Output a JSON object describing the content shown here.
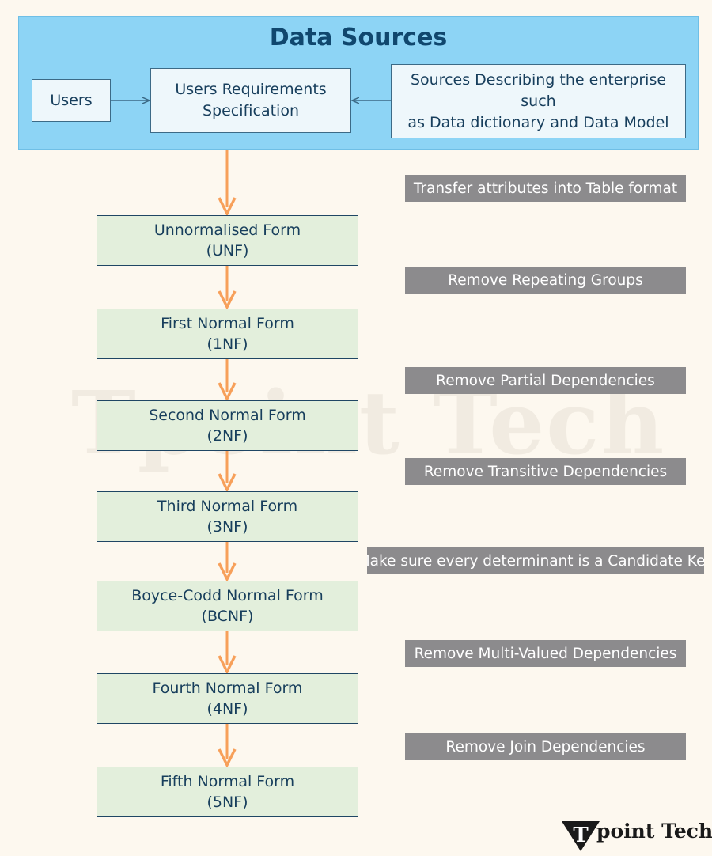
{
  "header": {
    "title": "Data Sources",
    "users": "Users",
    "requirements": [
      "Users Requirements",
      "Specification"
    ],
    "sources": [
      "Sources Describing the enterprise such",
      "as Data dictionary and Data Model"
    ]
  },
  "forms": [
    {
      "name": "Unnormalised Form",
      "abbr": "(UNF)"
    },
    {
      "name": "First Normal Form",
      "abbr": "(1NF)"
    },
    {
      "name": "Second Normal Form",
      "abbr": "(2NF)"
    },
    {
      "name": "Third Normal Form",
      "abbr": "(3NF)"
    },
    {
      "name": "Boyce-Codd Normal Form",
      "abbr": "(BCNF)"
    },
    {
      "name": "Fourth Normal Form",
      "abbr": "(4NF)"
    },
    {
      "name": "Fifth Normal Form",
      "abbr": "(5NF)"
    }
  ],
  "steps": [
    "Transfer attributes into Table format",
    "Remove Repeating Groups",
    "Remove Partial Dependencies",
    "Remove Transitive Dependencies",
    "Make sure every determinant is a Candidate Key",
    "Remove Multi-Valued Dependencies",
    "Remove Join Dependencies"
  ],
  "watermark": "Tpoint Tech",
  "logo": {
    "letter": "T",
    "text": "point Tech"
  },
  "colors": {
    "header_bg": "#8dd4f5",
    "form_bg": "#e3efdc",
    "step_bg": "#8c8b8d",
    "arrow": "#f7a05a",
    "title": "#10476e"
  }
}
